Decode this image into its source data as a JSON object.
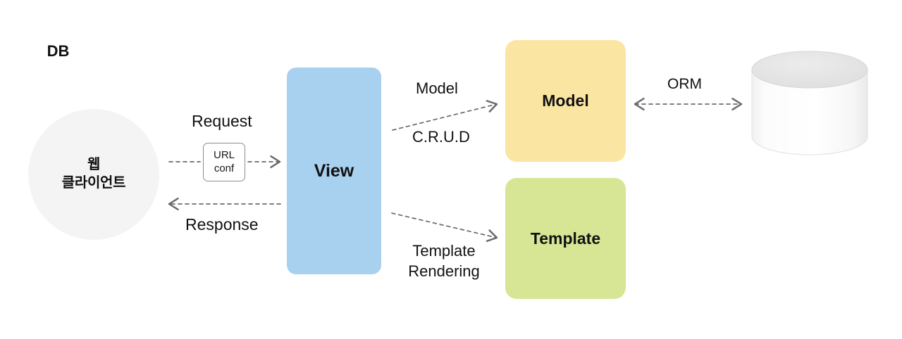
{
  "diagram": {
    "title": "Django MTV request/response architecture",
    "background": "#ffffff",
    "nodes": {
      "client": {
        "name": "web-client",
        "shape": "circle",
        "line1": "웹",
        "line2": "클라이언트",
        "fill": "#f4f4f4"
      },
      "urlconf": {
        "name": "url-conf",
        "shape": "rounded-rect",
        "line1": "URL",
        "line2": "conf",
        "fill": "#ffffff",
        "stroke": "#8d8d8d"
      },
      "view": {
        "name": "view",
        "shape": "rounded-rect",
        "label": "View",
        "fill": "#a8d1f0"
      },
      "model": {
        "name": "model",
        "shape": "rounded-rect",
        "label": "Model",
        "fill": "#fbe5a3"
      },
      "template": {
        "name": "template",
        "shape": "rounded-rect",
        "label": "Template",
        "fill": "#d7e695"
      },
      "db": {
        "name": "database",
        "shape": "cylinder",
        "label": "DB",
        "fill": "#fbfbfb",
        "top_fill": "#e2e2e2"
      }
    },
    "edges": {
      "request": {
        "label": "Request",
        "style": "dashed",
        "direction": "client-to-view",
        "arrow": "single"
      },
      "response": {
        "label": "Response",
        "style": "dashed",
        "direction": "view-to-client",
        "arrow": "single"
      },
      "model_flow": {
        "label": "Model",
        "style": "dashed",
        "direction": "view-to-model",
        "arrow": "single"
      },
      "crud": {
        "label": "C.R.U.D",
        "style": "dashed",
        "direction": "view-to-model",
        "arrow": "single"
      },
      "template_rendering": {
        "label_line1": "Template",
        "label_line2": "Rendering",
        "style": "dashed",
        "direction": "view-to-template",
        "arrow": "single"
      },
      "orm": {
        "label": "ORM",
        "style": "dashed",
        "direction": "model-to-db",
        "arrow": "double"
      }
    },
    "colors": {
      "line": "#6b6b6b",
      "text": "#111111"
    }
  }
}
